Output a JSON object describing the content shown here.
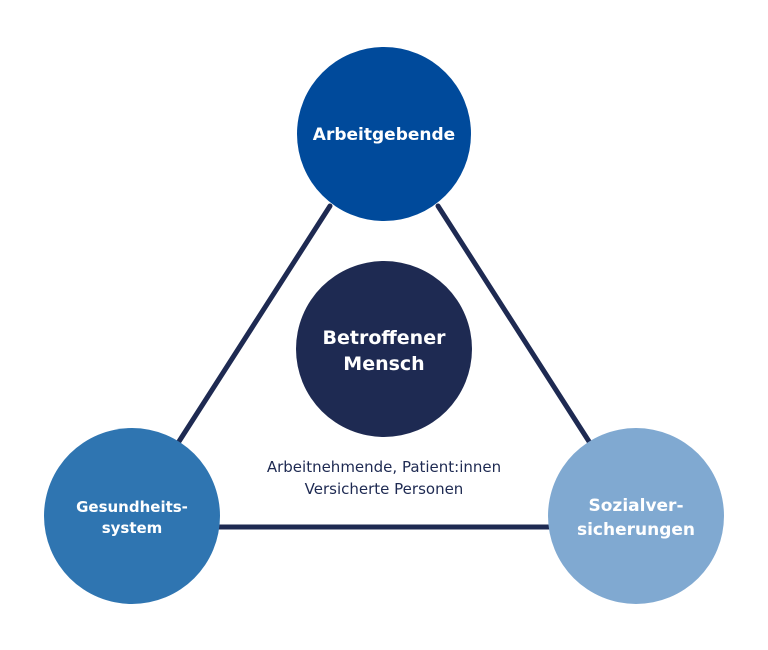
{
  "nodes": {
    "top": {
      "label": "Arbeitgebende",
      "color": "#004a9b"
    },
    "center": {
      "line1": "Betroffener",
      "line2": "Mensch",
      "color": "#1e2a52"
    },
    "left": {
      "line1": "Gesundheits-",
      "line2": "system",
      "color": "#2f75b1"
    },
    "right": {
      "line1": "Sozialver-",
      "line2": "sicherungen",
      "color": "#80a9d1"
    }
  },
  "caption": {
    "line1": "Arbeitnehmende, Patient:innen",
    "line2": "Versicherte Personen"
  },
  "edge_color": "#1e2a52"
}
